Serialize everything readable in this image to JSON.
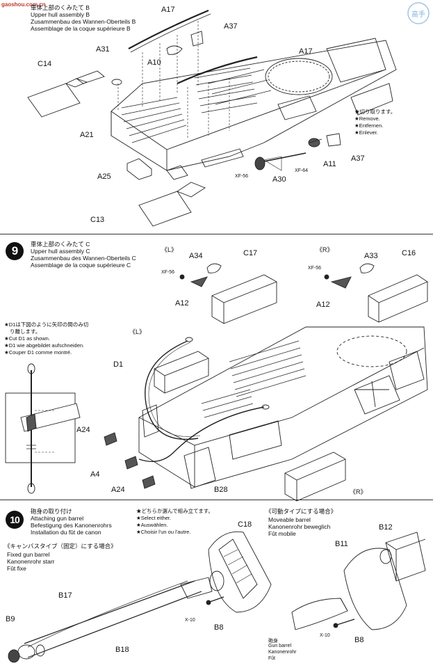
{
  "watermark": {
    "url_text": "gaoshou.com.cn",
    "logo_text": "高手"
  },
  "step8": {
    "lines": [
      "車体上部のくみたて B",
      "Upper hull assembly B",
      "Zusammenbau des Wannen-Oberteils B",
      "Assemblage de la coque supérieure B"
    ],
    "remove_note": [
      "★切り取ります。",
      "★Remove.",
      "★Entfernen.",
      "★Enlever."
    ],
    "parts": {
      "a17_top": "A17",
      "a37_top": "A37",
      "a31": "A31",
      "a17_right": "A17",
      "a10": "A10",
      "c14": "C14",
      "a21": "A21",
      "a25": "A25",
      "c13": "C13",
      "a30": "A30",
      "a11": "A11",
      "a37_bottom": "A37"
    },
    "paints": {
      "xf56": "XF-56",
      "xf64": "XF-64"
    }
  },
  "step9": {
    "number": "9",
    "lines": [
      "車体上部のくみたて C",
      "Upper hull assembly C",
      "Zusammenbau des Wannen-Oberteils C",
      "Assemblage de la coque supérieure C"
    ],
    "side_left": "《L》",
    "side_right": "《R》",
    "cut_note": [
      "★D1は下図のように矢印の間のみ切",
      "り離します。",
      "★Cut D1 as shown.",
      "★D1 wie abgebildet aufschneiden.",
      "★Couper D1 comme montré."
    ],
    "parts": {
      "a34": "A34",
      "c17": "C17",
      "a12_l": "A12",
      "a33": "A33",
      "c16": "C16",
      "a12_r": "A12",
      "d1": "D1",
      "a24_top": "A24",
      "a4": "A4",
      "a24_bottom": "A24",
      "b28": "B28"
    },
    "paints": {
      "xf56_l": "XF-56",
      "xf56_r": "XF-56"
    }
  },
  "step10": {
    "number": "10",
    "lines": [
      "砲身の取り付け",
      "Attaching gun barrel",
      "Befestigung des Kanonenrohrs",
      "Installation du fût de canon"
    ],
    "select_note": [
      "★どちらか選んで組み立てます。",
      "★Select either.",
      "★Auswählen.",
      "★Choisir l'un ou l'autre."
    ],
    "fixed": [
      "《キャンバスタイプ（固定）にする場合》",
      "Fixed gun barrel",
      "Kanonenrohr starr",
      "Fût fixe"
    ],
    "movable": [
      "《可動タイプにする場合》",
      "Moveable barrel",
      "Kanonenrohr beweglich",
      "Fût mobile"
    ],
    "barrel_label": [
      "砲身",
      "Gun barrel",
      "Kanonenrohr",
      "Fût"
    ],
    "parts": {
      "c18": "C18",
      "b17": "B17",
      "b9": "B9",
      "b18": "B18",
      "b8_l": "B8",
      "b12": "B12",
      "b11": "B11",
      "b8_r": "B8"
    },
    "screws": {
      "x10_l": "X-10",
      "x10_r": "X-10"
    }
  }
}
